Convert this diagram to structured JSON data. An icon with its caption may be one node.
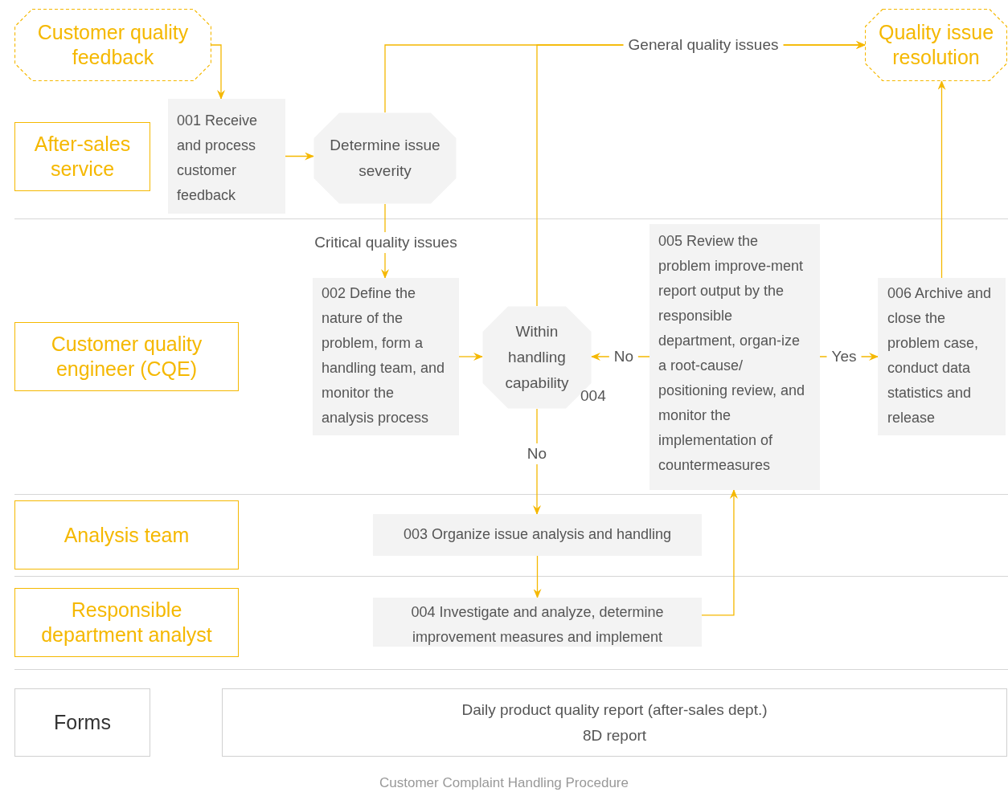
{
  "diagram": {
    "caption": "Customer Complaint Handling Procedure",
    "nodes": [
      {
        "text": [
          "Customer quality feedback"
        ]
      },
      {
        "text": [
          "Quality issue resolution"
        ]
      },
      {
        "text": [
          "After-sales service"
        ]
      },
      {
        "text": [
          "001 Receive and process customer feedback"
        ]
      },
      {
        "text": [
          "Determine issue severity"
        ]
      },
      {
        "text": [
          "Customer quality engineer (CQE)"
        ]
      },
      {
        "text": [
          "002 Define the nature of the problem, form a handling team, and monitor the analysis process"
        ]
      },
      {
        "text": [
          "Within handling capability"
        ],
        "beside": [
          "004"
        ]
      },
      {
        "text": [
          "005 Review the problem improve-ment report output by the responsible department, organ-ize a root-cause/ positioning review, and monitor the implementation of countermeasures"
        ]
      },
      {
        "text": [
          "006 Archive and close the problem case, conduct data statistics and release"
        ]
      },
      {
        "text": [
          "Analysis team"
        ]
      },
      {
        "text": [
          "003 Organize issue analysis and handling"
        ]
      },
      {
        "text": [
          "Responsible department analyst"
        ]
      },
      {
        "text": [
          "004 Investigate and analyze, determine improvement measures and implement"
        ]
      },
      {
        "text": [
          "Forms"
        ]
      },
      {
        "text": [
          "Daily product quality report (after-sales dept.)",
          "8D report"
        ]
      }
    ],
    "edges": [
      {
        "from": 0,
        "to": 3,
        "arrow": "to"
      },
      {
        "from": 3,
        "to": 4,
        "arrow": "to"
      },
      {
        "from": 4,
        "to": 1,
        "arrow": "to",
        "label": "General quality issues"
      },
      {
        "from": 7,
        "to": 1,
        "arrow": "to"
      },
      {
        "from": 4,
        "to": 6,
        "arrow": "to",
        "label": "Critical quality issues"
      },
      {
        "from": 6,
        "to": 7,
        "arrow": "to"
      },
      {
        "from": 8,
        "to": 7,
        "arrow": "to",
        "label": "No"
      },
      {
        "from": 8,
        "to": 9,
        "arrow": "to",
        "label": "Yes"
      },
      {
        "from": 7,
        "to": 11,
        "arrow": "to",
        "label": "No"
      },
      {
        "from": 11,
        "to": 13,
        "arrow": "to"
      },
      {
        "from": 13,
        "to": 8,
        "arrow": "to"
      },
      {
        "from": 9,
        "to": 1,
        "arrow": "to"
      }
    ]
  }
}
